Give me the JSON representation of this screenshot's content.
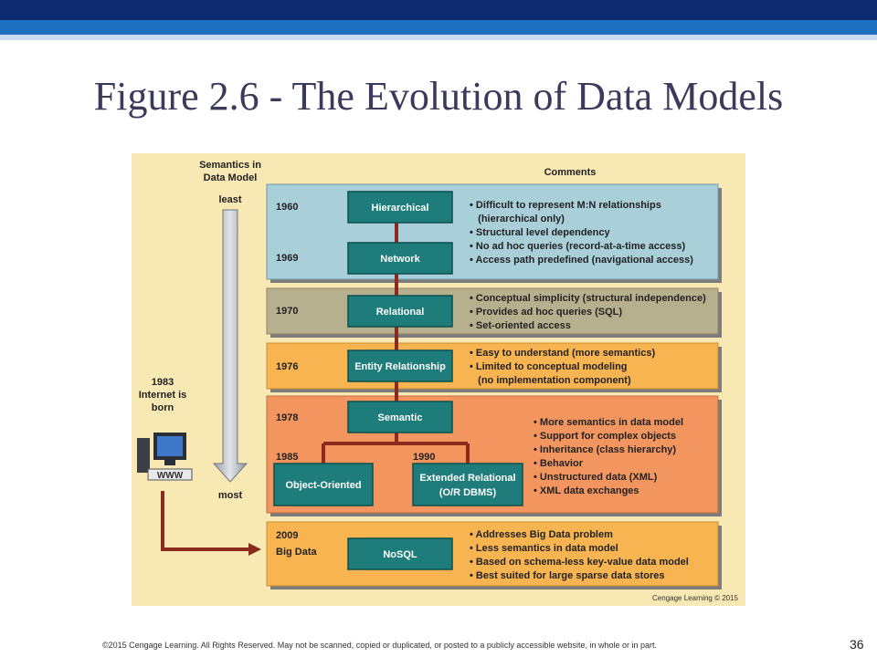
{
  "slide": {
    "title": "Figure 2.6 - The Evolution of Data Models",
    "footer": "©2015 Cengage Learning. All Rights Reserved. May not be scanned, copied or duplicated, or posted to a publicly accessible website, in whole or in part.",
    "page_number": "36"
  },
  "figure": {
    "axis_top_label_1": "Semantics in",
    "axis_top_label_2": "Data Model",
    "axis_least": "least",
    "axis_most": "most",
    "comments_header": "Comments",
    "internet_1": "1983",
    "internet_2": "Internet is",
    "internet_3": "born",
    "www": "WWW",
    "credit": "Cengage Learning © 2015",
    "colors": {
      "blue_band": "#a9cfd9",
      "olive_band": "#b7b08f",
      "orange_band": "#f8b451",
      "red_band": "#f2955f",
      "teal_box": "#1e7d7b",
      "connector": "#8b2b1e"
    },
    "years": {
      "y1960": "1960",
      "y1969": "1969",
      "y1970": "1970",
      "y1976": "1976",
      "y1978": "1978",
      "y1985": "1985",
      "y1990": "1990",
      "y2009": "2009",
      "bigdata": "Big Data"
    },
    "models": {
      "hierarchical": "Hierarchical",
      "network": "Network",
      "relational": "Relational",
      "er": "Entity Relationship",
      "semantic": "Semantic",
      "oo": "Object-Oriented",
      "ext_1": "Extended Relational",
      "ext_2": "(O/R DBMS)",
      "nosql": "NoSQL"
    },
    "comments": {
      "hier": [
        "• Difficult to represent M:N relationships",
        "   (hierarchical only)",
        "• Structural level dependency",
        "• No ad hoc queries (record-at-a-time access)",
        "• Access path predefined (navigational access)"
      ],
      "rel": [
        "• Conceptual simplicity (structural independence)",
        "• Provides ad hoc queries (SQL)",
        "• Set-oriented access"
      ],
      "er": [
        "• Easy to understand (more semantics)",
        "• Limited to conceptual modeling",
        "   (no implementation component)"
      ],
      "sem": [
        "• More semantics in data model",
        "• Support for complex objects",
        "• Inheritance (class hierarchy)",
        "• Behavior",
        "• Unstructured data (XML)",
        "• XML data exchanges"
      ],
      "nosql": [
        "• Addresses Big Data problem",
        "• Less semantics in data model",
        "• Based on schema-less key-value data model",
        "• Best suited for large sparse data stores"
      ]
    }
  }
}
